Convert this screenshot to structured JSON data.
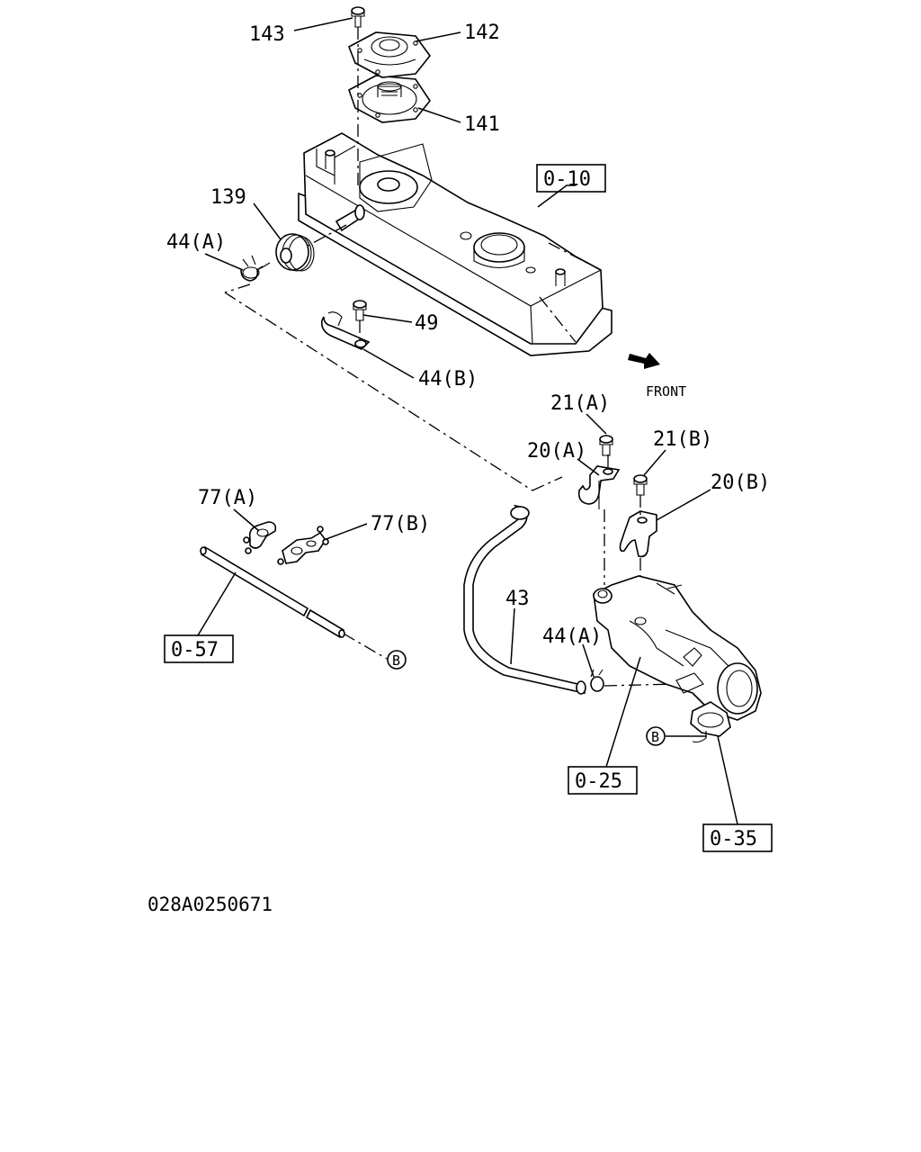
{
  "diagram_code": "028A0250671",
  "front_label": "FRONT",
  "callouts": {
    "p143": "143",
    "p142": "142",
    "p141": "141",
    "p139": "139",
    "p44a_top": "44(A)",
    "p49": "49",
    "p44b": "44(B)",
    "p21a": "21(A)",
    "p20a": "20(A)",
    "p21b": "21(B)",
    "p20b": "20(B)",
    "p77a": "77(A)",
    "p77b": "77(B)",
    "p43": "43",
    "p44a_bottom": "44(A)"
  },
  "references": {
    "r010": "0-10",
    "r057": "0-57",
    "r025": "0-25",
    "r035": "0-35"
  },
  "connectors": {
    "b_left": "B",
    "b_right": "B"
  }
}
